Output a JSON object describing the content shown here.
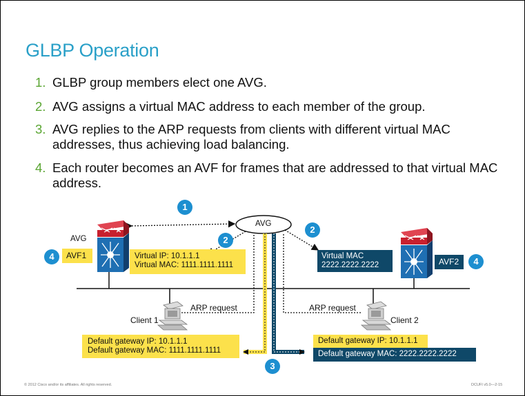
{
  "title": "GLBP Operation",
  "steps": [
    {
      "num": "1.",
      "text": "GLBP group members elect one AVG."
    },
    {
      "num": "2.",
      "text": "AVG assigns a virtual MAC address to each member of the group."
    },
    {
      "num": "3.",
      "text": "AVG replies to the ARP requests from clients with different virtual MAC addresses, thus achieving load balancing."
    },
    {
      "num": "4.",
      "text": "Each router becomes an AVF for frames that are addressed to that virtual MAC address."
    }
  ],
  "diagram": {
    "avg_ellipse_label": "AVG",
    "router1_role_label": "AVG",
    "avf1_label": "AVF1",
    "avf2_label": "AVF2",
    "virtual_ip_box": {
      "line1": "Virtual IP: 10.1.1.1",
      "line2": "Virtual MAC: 1111.1111.1111"
    },
    "virtual_mac_box": {
      "line1": "Virtual MAC",
      "line2": "2222.2222.2222"
    },
    "arp_request_left": "ARP request",
    "arp_request_right": "ARP request",
    "client1_label": "Client 1",
    "client2_label": "Client 2",
    "client1_gateway": {
      "line1": "Default gateway IP: 10.1.1.1",
      "line2": "Default gateway  MAC: 1111.1111.1111"
    },
    "client2_gateway": {
      "line1": "Default gateway IP: 10.1.1.1",
      "line2": "Default gateway  MAC: 2222.2222.2222"
    },
    "badges": {
      "b1": "1",
      "b2_left": "2",
      "b2_right": "2",
      "b3": "3",
      "b4_left": "4",
      "b4_right": "4"
    }
  },
  "colors": {
    "title": "#2aa0c8",
    "step_number": "#5aa532",
    "label_yellow": "#fce14b",
    "label_navy": "#0f4868",
    "badge_blue": "#1d8fd0",
    "router_red": "#c8202e",
    "router_blue": "#1f6fb3"
  },
  "icons": [
    "router-icon",
    "client-pc-icon"
  ],
  "footer": {
    "copyright": "© 2012 Cisco and/or its affiliates. All rights reserved.",
    "course": "DCUFI v5.0—2-15"
  }
}
